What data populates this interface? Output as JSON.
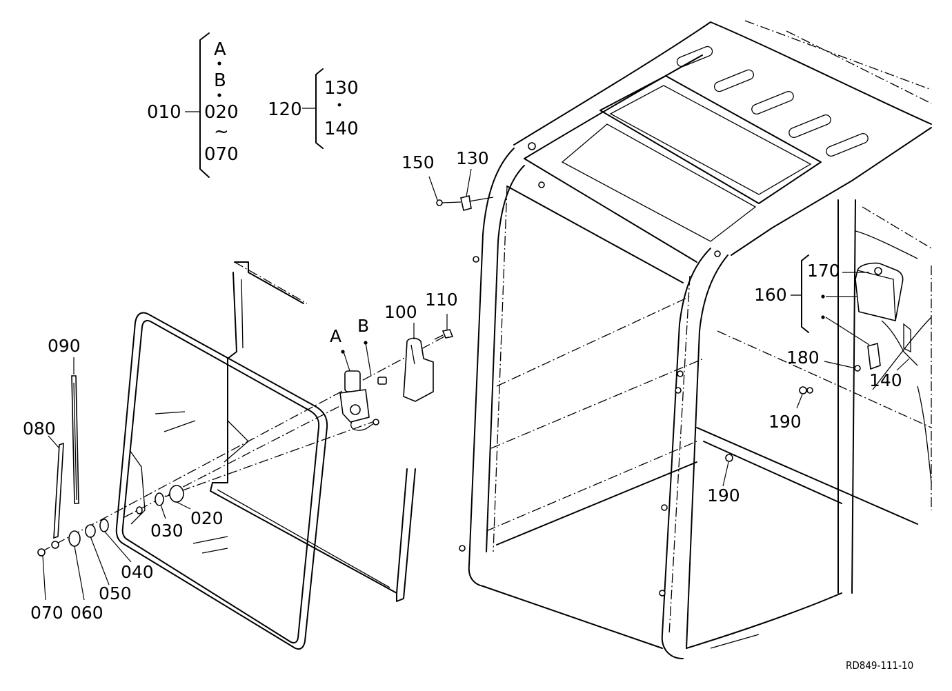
{
  "diagram": {
    "drawing_code": "RD849-111-10",
    "groups": {
      "g010": {
        "parent": "010",
        "members": [
          "A",
          "B",
          "020",
          "070"
        ],
        "range_mark": "~"
      },
      "g120": {
        "parent": "120",
        "members": [
          "130",
          "140"
        ]
      }
    },
    "callouts": {
      "p020": "020",
      "p030": "030",
      "p040": "040",
      "p050": "050",
      "p060": "060",
      "p070": "070",
      "p080": "080",
      "p090": "090",
      "p100": "100",
      "p110": "110",
      "p130": "130",
      "p140": "140",
      "p150": "150",
      "p160": "160",
      "p170": "170",
      "p180": "180",
      "p190a": "190",
      "p190b": "190",
      "pA": "A",
      "pB": "B"
    }
  }
}
